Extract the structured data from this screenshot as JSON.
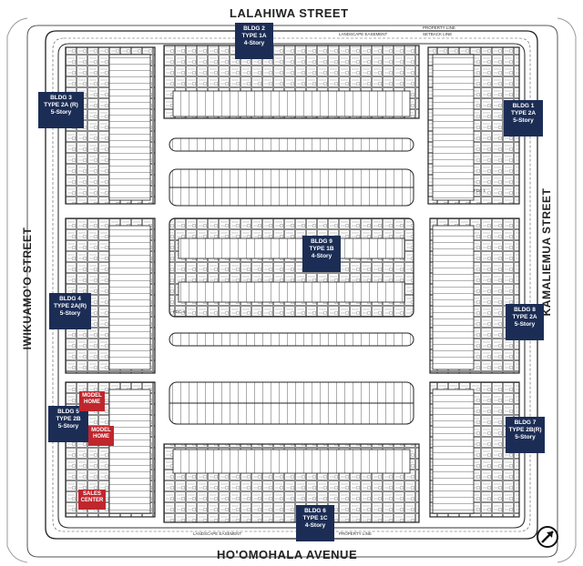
{
  "streets": {
    "north": "LALAHIWA STREET",
    "west": "IWIKUAMO'O STREET",
    "east": "KAMALIEMUA STREET",
    "south": "HO'OMOHALA AVENUE"
  },
  "notes": {
    "landscape_north": "LANDSCAPE EASEMENT",
    "property_line_north": "PROPERTY LINE",
    "setback_north": "SETBACK LINE",
    "landscape_south": "LANDSCAPE EASEMENT",
    "property_line_south": "PROPERTY LINE",
    "fdc_1": "FDC 1",
    "fdc_4": "FDC 4"
  },
  "buildings": [
    {
      "bldg": "BLDG 2",
      "type": "TYPE 1A",
      "stories": "4-Story"
    },
    {
      "bldg": "BLDG 3",
      "type": "TYPE 2A (R)",
      "stories": "5-Story"
    },
    {
      "bldg": "BLDG 1",
      "type": "TYPE 2A",
      "stories": "5-Story"
    },
    {
      "bldg": "BLDG 9",
      "type": "TYPE 1B",
      "stories": "4-Story"
    },
    {
      "bldg": "BLDG 4",
      "type": "TYPE 2A(R)",
      "stories": "5-Story"
    },
    {
      "bldg": "BLDG 8",
      "type": "TYPE 2A",
      "stories": "5-Story"
    },
    {
      "bldg": "BLDG 5",
      "type": "TYPE 2B",
      "stories": "5-Story"
    },
    {
      "bldg": "BLDG 7",
      "type": "TYPE 2B(R)",
      "stories": "5-Story"
    },
    {
      "bldg": "BLDG 6",
      "type": "TYPE 1C",
      "stories": "4-Story"
    }
  ],
  "highlights": [
    {
      "line1": "MODEL",
      "line2": "HOME"
    },
    {
      "line1": "MODEL",
      "line2": "HOME"
    },
    {
      "line1": "SALES",
      "line2": "CENTER"
    }
  ],
  "colors": {
    "tag_bg": "#1c2d55",
    "highlight_bg": "#c0262d",
    "linework": "#333333"
  }
}
